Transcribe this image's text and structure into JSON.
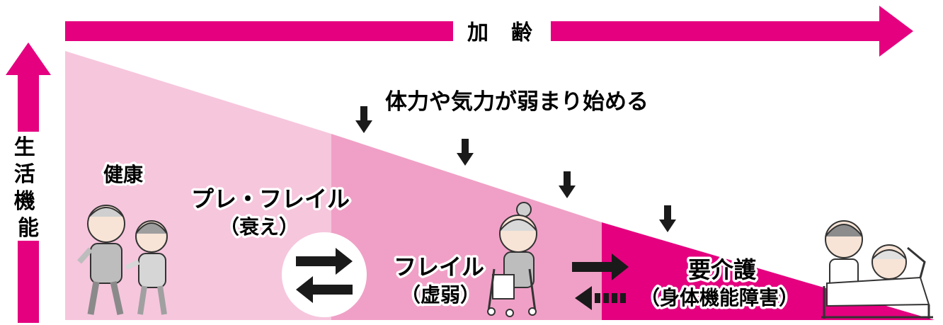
{
  "colors": {
    "accent": "#e4007f",
    "zone_health": "#f6c6dd",
    "zone_frailty": "#f0a0c6",
    "zone_care": "#e4007f",
    "arrow_dark": "#1a1a1a"
  },
  "top_arrow": {
    "label_left": "加",
    "label_right": "齢"
  },
  "side_arrow": {
    "label": "生活機能"
  },
  "decline_text": "体力や気力が弱まり始める",
  "stages": {
    "health": {
      "label": "健康"
    },
    "prefrailty": {
      "label": "プレ・フレイル",
      "sub": "（衰え）"
    },
    "frailty": {
      "label": "フレイル",
      "sub": "（虚弱）"
    },
    "care": {
      "label": "要介護",
      "sub": "（身体機能障害）"
    }
  },
  "icons": {
    "couple": "elderly-couple-walking-illustration",
    "walker": "elderly-woman-with-walker-illustration",
    "bed": "caregiver-and-patient-in-bed-illustration",
    "down_arrow": "down-arrow-icon",
    "two_way": "bidirectional-arrow-icon"
  }
}
